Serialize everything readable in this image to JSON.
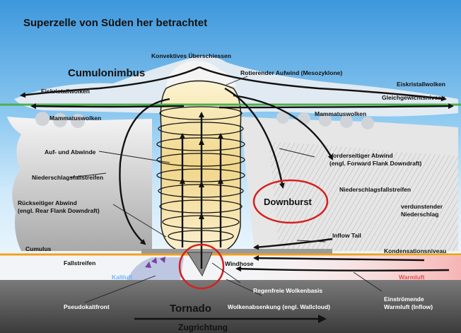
{
  "diagram": {
    "title": "Superzelle von Süden her betrachtet",
    "labels": {
      "konvektives": "Konvektives Überschiessen",
      "cumulonimbus": "Cumulonimbus",
      "rotierender": "Rotierender Aufwind (Mesozyklone)",
      "eiskristall_left": "Eiskristallwolken",
      "eiskristall_right": "Eiskristallwolken",
      "gleichgewicht": "Gleichgewichtsniveau",
      "mammatus_left": "Mammatuswolken",
      "mammatus_right": "Mammatuswolken",
      "auf_ab": "Auf- und Abwinde",
      "vorderseitig_1": "Vorderseitiger Abwind",
      "vorderseitig_2": "(engl. Forward Flank Downdraft)",
      "niederschlag_left": "Niederschlagsfallstreifen",
      "niederschlag_right": "Niederschlagsfallstreifen",
      "downburst": "Downburst",
      "verdunstender_1": "verdunstender",
      "verdunstender_2": "Niederschlag",
      "rueckseitig_1": "Rückseitiger Abwind",
      "rueckseitig_2": "(engl. Rear Flank Downdraft)",
      "inflow_tail": "Inflow Tail",
      "cumulus": "Cumulus",
      "kondensation": "Kondensationsniveau",
      "fallstreifen": "Fallstreifen",
      "windhose": "Windhose",
      "kaltluft": "Kaltluft",
      "warmluft": "Warmluft",
      "regenfreie": "Regenfreie Wolkenbasis",
      "pseudokaltfront": "Pseudokaltfront",
      "tornado": "Tornado",
      "wallcloud": "Wolkenabsenkung (engl. Wallcloud)",
      "einstroemende_1": "Einströmende",
      "einstroemende_2": "Warmluft (Inflow)",
      "zugrichtung": "Zugrichtung"
    },
    "colors": {
      "sky_top": "#4aa3e0",
      "sky_bottom": "#d9eefb",
      "equilibrium_line": "#4caf50",
      "condensation_line": "#f0a020",
      "highlight_circle": "#d62020",
      "ground": "#555555",
      "kaltluft_text": "#6fb6ff",
      "warmluft_text": "#e05050"
    }
  }
}
